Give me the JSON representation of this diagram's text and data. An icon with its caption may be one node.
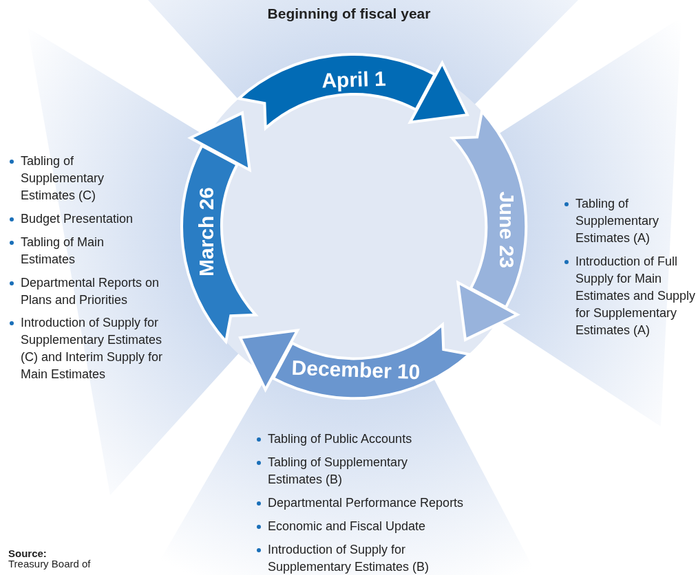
{
  "diagram": {
    "title": "Beginning of fiscal year",
    "nodes": [
      {
        "text": [
          "April 1"
        ]
      },
      {
        "text": [
          "June 23"
        ]
      },
      {
        "text": [
          "December 10"
        ]
      },
      {
        "text": [
          "March 26"
        ]
      }
    ],
    "edges": [
      {
        "from": 0,
        "to": 1,
        "arrow": "to",
        "color": "#026bb5"
      },
      {
        "from": 1,
        "to": 2,
        "arrow": "to",
        "color": "#98b3dc"
      },
      {
        "from": 2,
        "to": 3,
        "arrow": "to",
        "color": "#6a96cf"
      },
      {
        "from": 3,
        "to": 0,
        "arrow": "to",
        "color": "#2a7dc4"
      }
    ],
    "labels": [
      "Tabling of Supplementary Estimates (C)",
      "Budget Presentation",
      "Tabling of Main Estimates",
      "Departmental Reports on Plans and Priorities",
      "Introduction of Supply for Supplementary Estimates (C) and Interim Supply for Main Estimates",
      "Tabling of Supplementary Estimates (A)",
      "Introduction of Full Supply for Main Estimates and Supply for Supplementary Estimates (A)",
      "Tabling of Public Accounts",
      "Tabling of Supplementary Estimates (B)",
      "Departmental Performance Reports",
      "Economic and Fiscal Update",
      "Introduction of Supply for Supplementary Estimates (B)",
      "Source:",
      "Treasury Board of"
    ]
  }
}
